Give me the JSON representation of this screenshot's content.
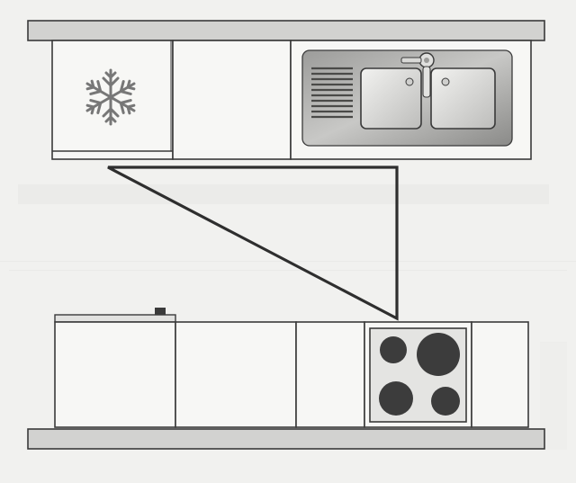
{
  "diagram": {
    "subject": "galley-kitchen-work-triangle",
    "palette": {
      "background": "#f1f1ef",
      "line": "#3a3a3a",
      "counter": "#d2d2d0",
      "cabinet": "#f7f7f5",
      "sink_steel": "#bdbdbb",
      "basin": "#d9d9d7",
      "hotplate": "#3c3c3c",
      "ghost_text": "#e3e3e1"
    },
    "top_run": {
      "units": [
        "refrigerator",
        "base-cabinet",
        "sink-unit"
      ],
      "fridge_icon": "snowflake-icon",
      "sink": {
        "basins": 2,
        "drainer_ribs": 10,
        "tap": "faucet-icon"
      }
    },
    "bottom_run": {
      "units": [
        "dishwasher",
        "base-cabinet",
        "base-cabinet",
        "cooktop",
        "base-cabinet"
      ],
      "cooktop": {
        "burners": 4
      }
    },
    "work_triangle": {
      "corners": [
        "refrigerator",
        "sink",
        "cooktop"
      ]
    }
  }
}
